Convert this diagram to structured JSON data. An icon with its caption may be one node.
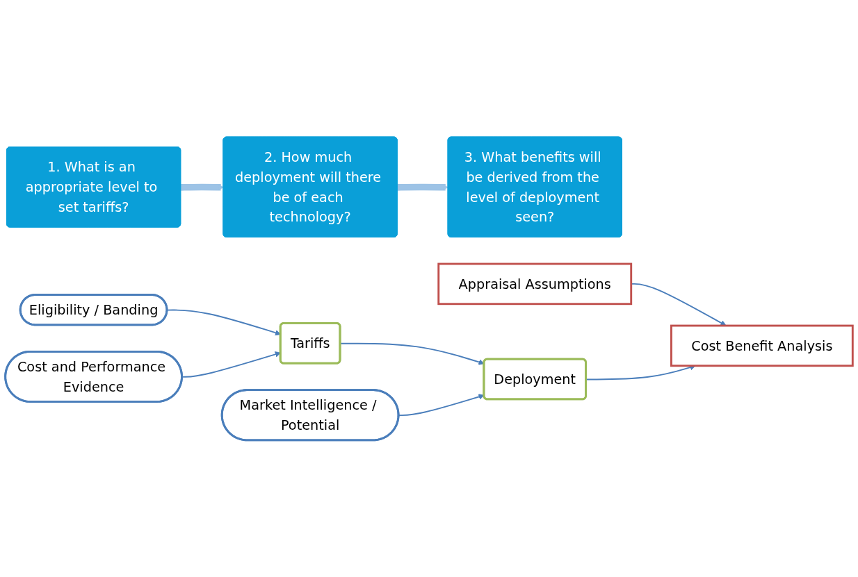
{
  "diagram": {
    "nodes": [
      {
        "text": [
          "1. What is an appropriate level to set tariffs?"
        ]
      },
      {
        "text": [
          "2. How much deployment will there be of each technology?"
        ]
      },
      {
        "text": [
          "3. What benefits will be derived from the level of deployment seen?"
        ]
      },
      {
        "text": [
          "Eligibility / Banding"
        ]
      },
      {
        "text": [
          "Cost and Performance Evidence"
        ]
      },
      {
        "text": [
          "Tariffs"
        ]
      },
      {
        "text": [
          "Appraisal Assumptions"
        ]
      },
      {
        "text": [
          "Market Intelligence / Potential"
        ]
      },
      {
        "text": [
          "Deployment"
        ]
      },
      {
        "text": [
          "Cost Benefit Analysis"
        ]
      }
    ],
    "edges": [
      {
        "from": 0,
        "to": 1,
        "arrow": "to",
        "style": "thick",
        "color": "#9dc3e6"
      },
      {
        "from": 1,
        "to": 2,
        "arrow": "to",
        "style": "thick",
        "color": "#9dc3e6"
      },
      {
        "from": 3,
        "to": 5,
        "arrow": "to"
      },
      {
        "from": 4,
        "to": 5,
        "arrow": "to"
      },
      {
        "from": 5,
        "to": 8,
        "arrow": "to"
      },
      {
        "from": 6,
        "to": 9,
        "arrow": "to"
      },
      {
        "from": 7,
        "to": 8,
        "arrow": "to"
      },
      {
        "from": 8,
        "to": 9,
        "arrow": "to"
      }
    ]
  }
}
